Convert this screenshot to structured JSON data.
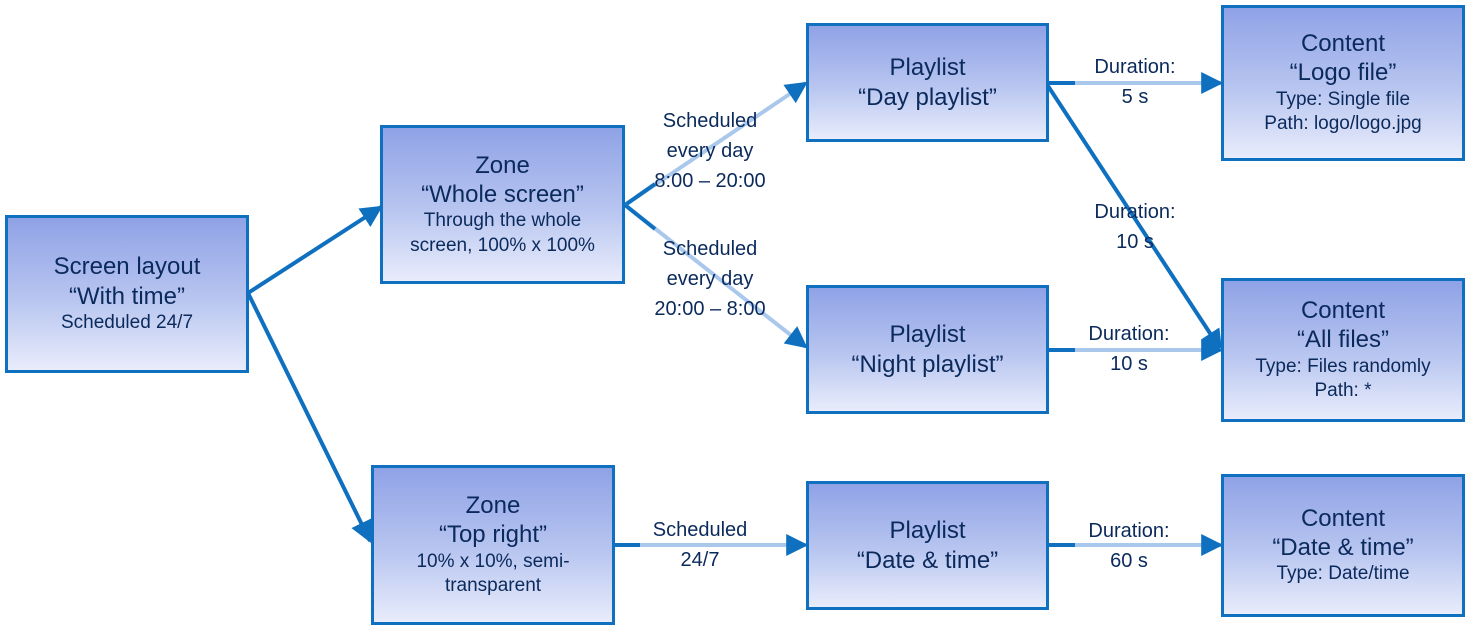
{
  "nodes": {
    "screen_layout": {
      "title": "Screen layout",
      "name": "“With time”",
      "detail": "Scheduled 24/7"
    },
    "zone_whole": {
      "title": "Zone",
      "name": "“Whole screen”",
      "detail1": "Through the whole",
      "detail2": "screen, 100% x 100%"
    },
    "zone_top_right": {
      "title": "Zone",
      "name": "“Top right”",
      "detail1": "10% x 10%, semi-",
      "detail2": "transparent"
    },
    "playlist_day": {
      "title": "Playlist",
      "name": "“Day playlist”"
    },
    "playlist_night": {
      "title": "Playlist",
      "name": "“Night playlist”"
    },
    "playlist_datetime": {
      "title": "Playlist",
      "name": "“Date & time”"
    },
    "content_logo": {
      "title": "Content",
      "name": "“Logo file”",
      "detail1": "Type: Single file",
      "detail2": "Path: logo/logo.jpg"
    },
    "content_all": {
      "title": "Content",
      "name": "“All files”",
      "detail1": "Type: Files randomly",
      "detail2": "Path: *"
    },
    "content_datetime": {
      "title": "Content",
      "name": "“Date & time”",
      "detail1": "Type: Date/time"
    }
  },
  "edge_labels": {
    "day_schedule": [
      "Scheduled",
      "every day",
      "8:00 – 20:00"
    ],
    "night_schedule": [
      "Scheduled",
      "every day",
      "20:00 – 8:00"
    ],
    "top_right_schedule": [
      "Scheduled",
      "24/7"
    ],
    "day_to_logo": [
      "Duration:",
      "5 s"
    ],
    "day_to_all": [
      "Duration:",
      "10 s"
    ],
    "night_to_all": [
      "Duration:",
      "10 s"
    ],
    "datetime_to_content": [
      "Duration:",
      "60 s"
    ]
  },
  "colors": {
    "arrow": "#0f70c0",
    "arrow_light": "#a9c8ec",
    "node_border": "#0f70c0",
    "node_fill_top": "#8fa2e6",
    "node_fill_bottom": "#e8ecfb",
    "text": "#0b2a5c"
  }
}
